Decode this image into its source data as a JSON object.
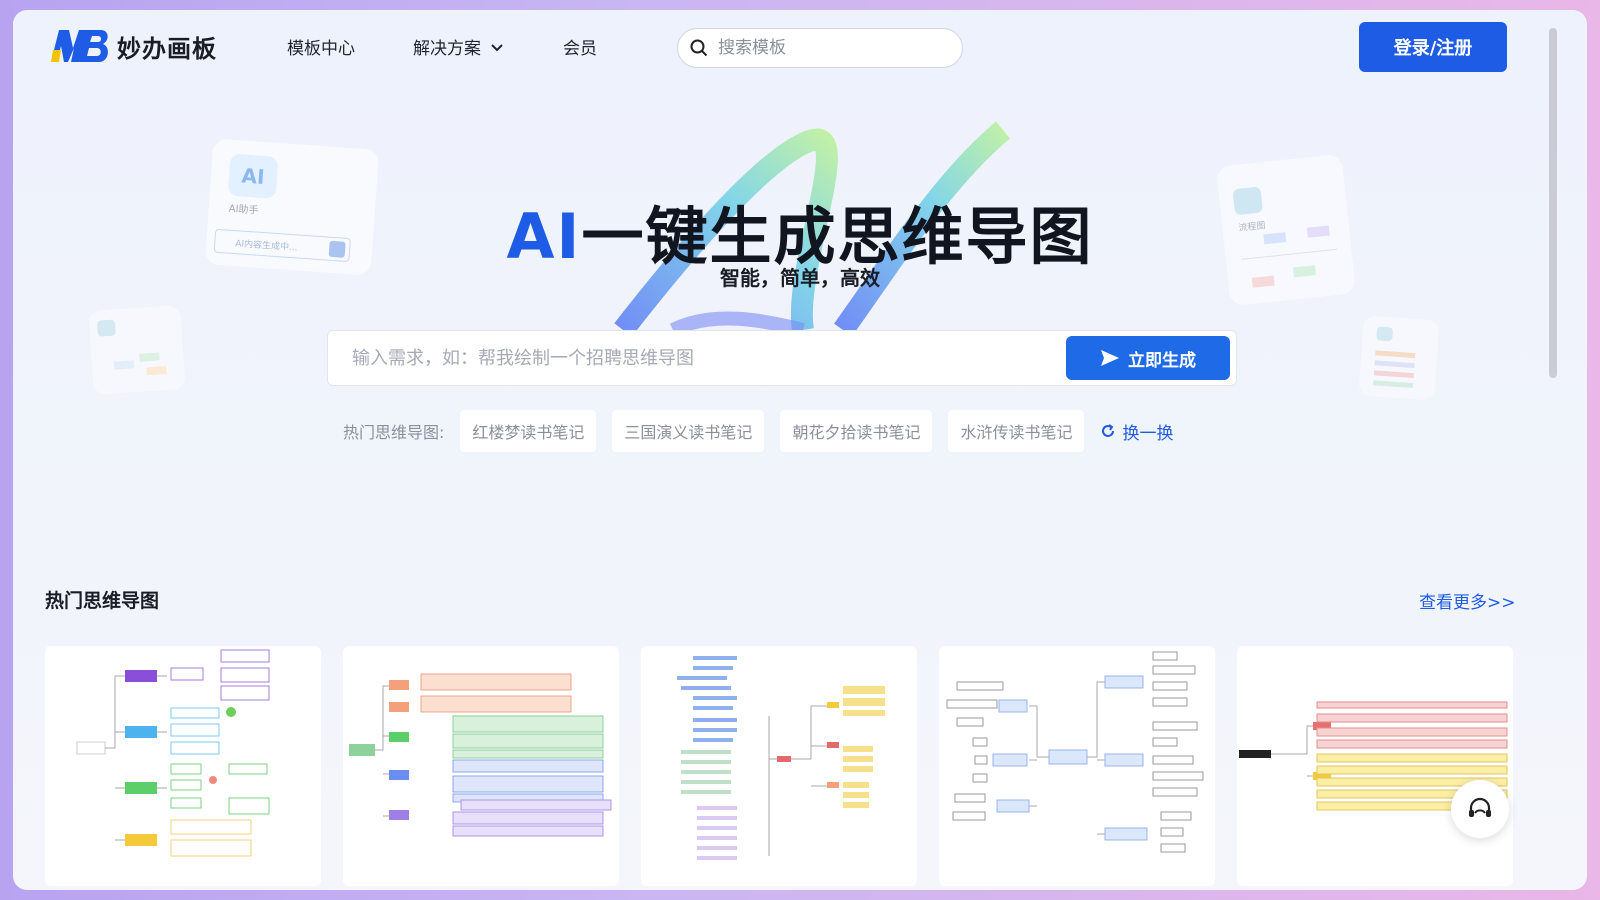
{
  "brand": {
    "name": "妙办画板"
  },
  "nav": {
    "items": [
      {
        "label": "模板中心"
      },
      {
        "label": "解决方案"
      },
      {
        "label": "会员"
      }
    ]
  },
  "search": {
    "placeholder": "搜索模板"
  },
  "header": {
    "login_label": "登录/注册"
  },
  "hero": {
    "title_ai": "AI",
    "title_rest": "一键生成思维导图",
    "subtitle": "智能，简单，高效",
    "input_placeholder": "输入需求，如：帮我绘制一个招聘思维导图",
    "generate_label": "立即生成"
  },
  "decor": {
    "ai_card_badge": "AI",
    "ai_card_label": "AI助手",
    "ai_card_input": "AI内容生成中...",
    "flow_card_label": "流程图"
  },
  "hot": {
    "label": "热门思维导图:",
    "chips": [
      "红楼梦读书笔记",
      "三国演义读书笔记",
      "朝花夕拾读书笔记",
      "水浒传读书笔记"
    ],
    "refresh_label": "换一换"
  },
  "section": {
    "title": "热门思维导图",
    "more_label": "查看更多>>"
  },
  "colors": {
    "primary": "#1f5ce6",
    "text": "#1a1d26",
    "muted": "#8a8f9c"
  }
}
